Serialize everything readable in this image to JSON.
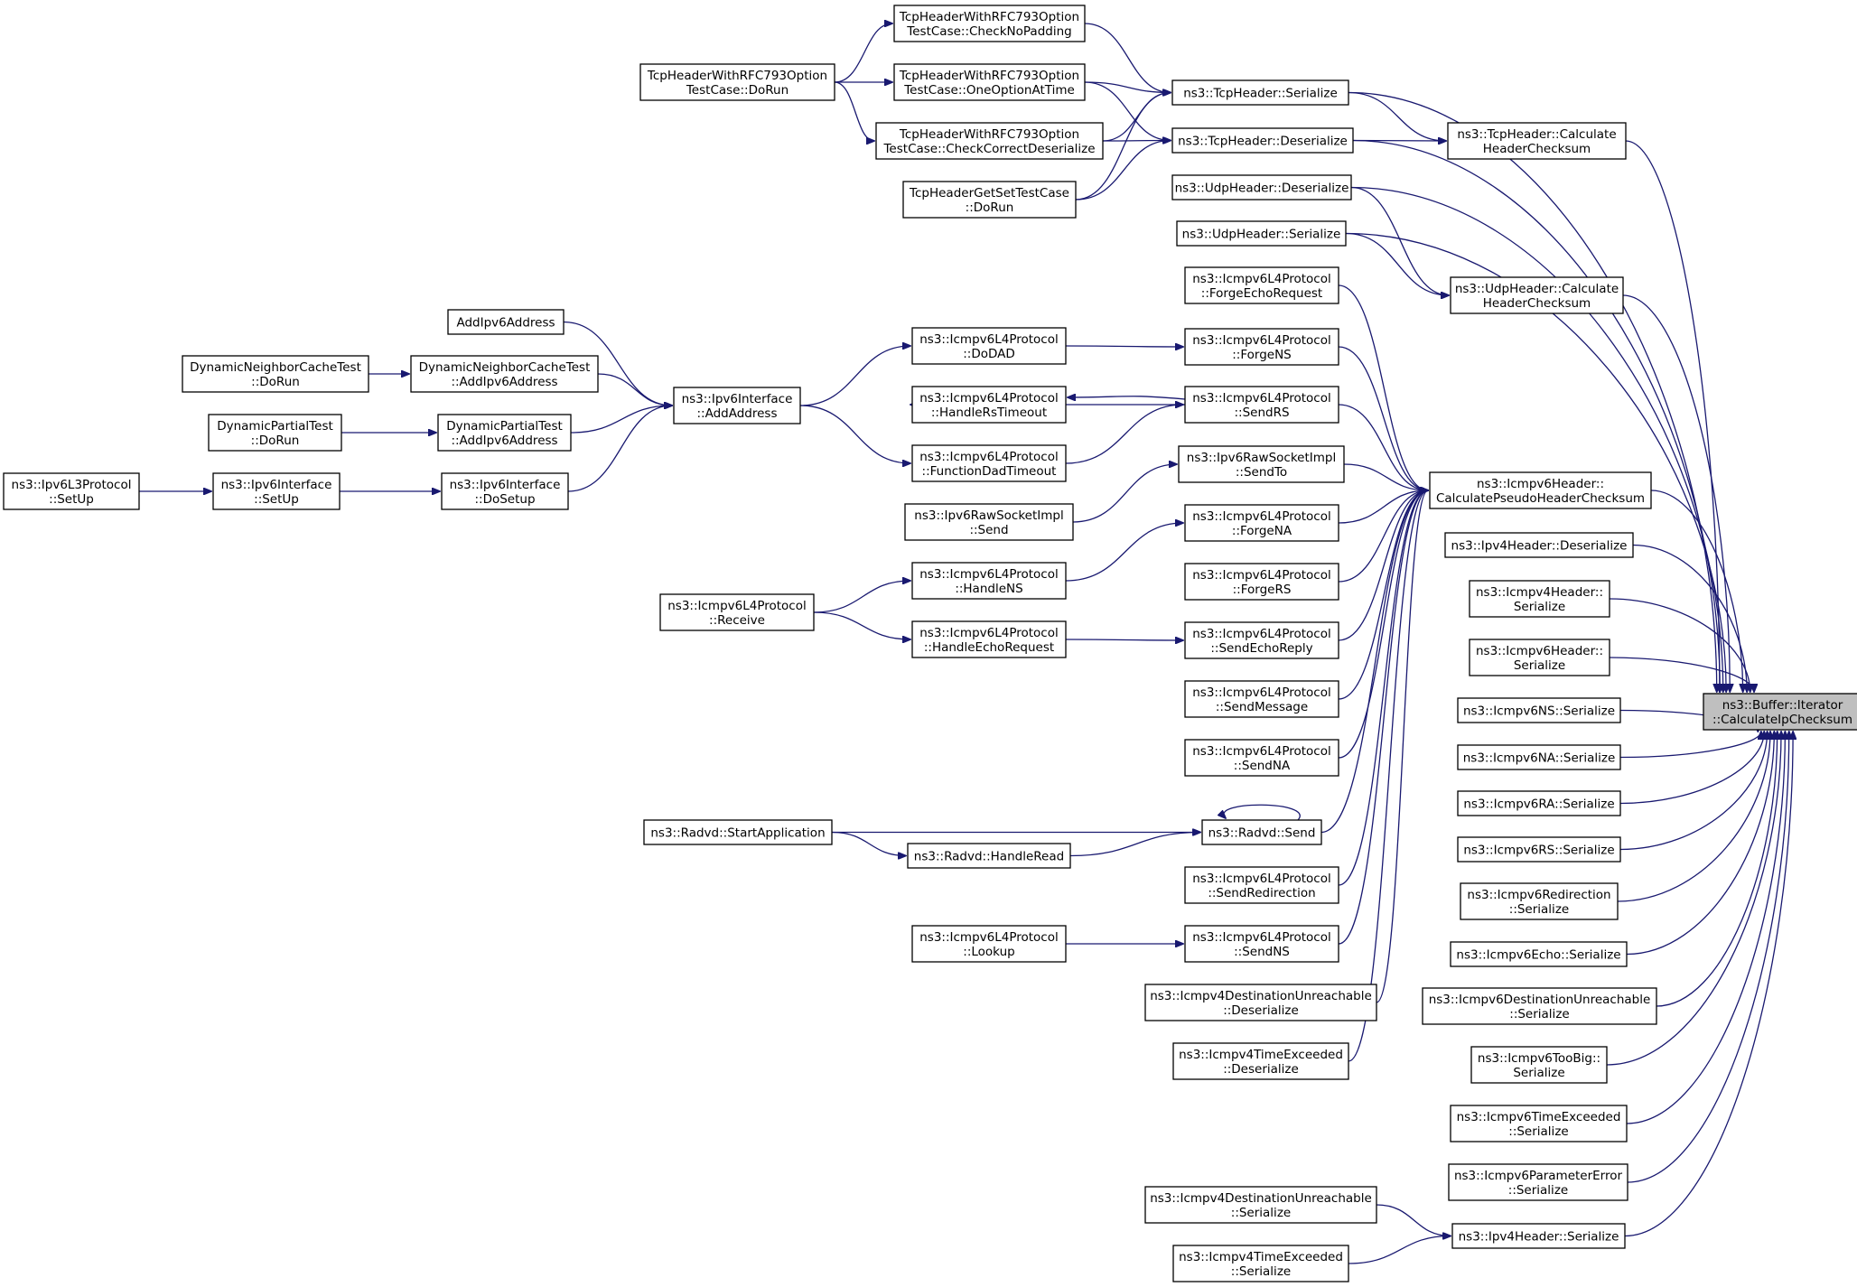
{
  "diagram": {
    "kind": "doxygen caller graph",
    "edge_color": "#191970",
    "target_fill": "#bfbfbf",
    "nodes": [
      {
        "id": "target",
        "lines": [
          "ns3::Buffer::Iterator",
          "::CalculateIpChecksum"
        ]
      },
      {
        "id": "tcp_serialize",
        "lines": [
          "ns3::TcpHeader::Serialize"
        ]
      },
      {
        "id": "tcp_deserialize",
        "lines": [
          "ns3::TcpHeader::Deserialize"
        ]
      },
      {
        "id": "tcp_calc",
        "lines": [
          "ns3::TcpHeader::Calculate",
          "HeaderChecksum"
        ]
      },
      {
        "id": "udp_deserialize",
        "lines": [
          "ns3::UdpHeader::Deserialize"
        ]
      },
      {
        "id": "udp_serialize",
        "lines": [
          "ns3::UdpHeader::Serialize"
        ]
      },
      {
        "id": "udp_calc",
        "lines": [
          "ns3::UdpHeader::Calculate",
          "HeaderChecksum"
        ]
      },
      {
        "id": "icmp6_pseudo",
        "lines": [
          "ns3::Icmpv6Header::",
          "CalculatePseudoHeaderChecksum"
        ]
      },
      {
        "id": "ipv4_deserialize",
        "lines": [
          "ns3::Ipv4Header::Deserialize"
        ]
      },
      {
        "id": "icmp4h_serialize",
        "lines": [
          "ns3::Icmpv4Header::",
          "Serialize"
        ]
      },
      {
        "id": "icmp6h_serialize",
        "lines": [
          "ns3::Icmpv6Header::",
          "Serialize"
        ]
      },
      {
        "id": "icmp6ns",
        "lines": [
          "ns3::Icmpv6NS::Serialize"
        ]
      },
      {
        "id": "icmp6na",
        "lines": [
          "ns3::Icmpv6NA::Serialize"
        ]
      },
      {
        "id": "icmp6ra",
        "lines": [
          "ns3::Icmpv6RA::Serialize"
        ]
      },
      {
        "id": "icmp6rs",
        "lines": [
          "ns3::Icmpv6RS::Serialize"
        ]
      },
      {
        "id": "icmp6redir",
        "lines": [
          "ns3::Icmpv6Redirection",
          "::Serialize"
        ]
      },
      {
        "id": "icmp6echo",
        "lines": [
          "ns3::Icmpv6Echo::Serialize"
        ]
      },
      {
        "id": "icmp6destun",
        "lines": [
          "ns3::Icmpv6DestinationUnreachable",
          "::Serialize"
        ]
      },
      {
        "id": "icmp6toobig",
        "lines": [
          "ns3::Icmpv6TooBig::",
          "Serialize"
        ]
      },
      {
        "id": "icmp6timeex",
        "lines": [
          "ns3::Icmpv6TimeExceeded",
          "::Serialize"
        ]
      },
      {
        "id": "icmp6param",
        "lines": [
          "ns3::Icmpv6ParameterError",
          "::Serialize"
        ]
      },
      {
        "id": "ipv4_serialize",
        "lines": [
          "ns3::Ipv4Header::Serialize"
        ]
      },
      {
        "id": "icmp4du_ser",
        "lines": [
          "ns3::Icmpv4DestinationUnreachable",
          "::Serialize"
        ]
      },
      {
        "id": "icmp4te_ser",
        "lines": [
          "ns3::Icmpv4TimeExceeded",
          "::Serialize"
        ]
      },
      {
        "id": "tc_nopad",
        "lines": [
          "TcpHeaderWithRFC793Option",
          "TestCase::CheckNoPadding"
        ]
      },
      {
        "id": "tc_oneopt",
        "lines": [
          "TcpHeaderWithRFC793Option",
          "TestCase::OneOptionAtTime"
        ]
      },
      {
        "id": "tc_ccd",
        "lines": [
          "TcpHeaderWithRFC793Option",
          "TestCase::CheckCorrectDeserialize"
        ]
      },
      {
        "id": "tc_dorun",
        "lines": [
          "TcpHeaderWithRFC793Option",
          "TestCase::DoRun"
        ]
      },
      {
        "id": "tgs_dorun",
        "lines": [
          "TcpHeaderGetSetTestCase",
          "::DoRun"
        ]
      },
      {
        "id": "forge_echo",
        "lines": [
          "ns3::Icmpv6L4Protocol",
          "::ForgeEchoRequest"
        ]
      },
      {
        "id": "forge_ns",
        "lines": [
          "ns3::Icmpv6L4Protocol",
          "::ForgeNS"
        ]
      },
      {
        "id": "send_rs",
        "lines": [
          "ns3::Icmpv6L4Protocol",
          "::SendRS"
        ]
      },
      {
        "id": "raw_sendto",
        "lines": [
          "ns3::Ipv6RawSocketImpl",
          "::SendTo"
        ]
      },
      {
        "id": "forge_na",
        "lines": [
          "ns3::Icmpv6L4Protocol",
          "::ForgeNA"
        ]
      },
      {
        "id": "forge_rs",
        "lines": [
          "ns3::Icmpv6L4Protocol",
          "::ForgeRS"
        ]
      },
      {
        "id": "send_echo_reply",
        "lines": [
          "ns3::Icmpv6L4Protocol",
          "::SendEchoReply"
        ]
      },
      {
        "id": "send_message",
        "lines": [
          "ns3::Icmpv6L4Protocol",
          "::SendMessage"
        ]
      },
      {
        "id": "send_na",
        "lines": [
          "ns3::Icmpv6L4Protocol",
          "::SendNA"
        ]
      },
      {
        "id": "radvd_send",
        "lines": [
          "ns3::Radvd::Send"
        ]
      },
      {
        "id": "send_redir",
        "lines": [
          "ns3::Icmpv6L4Protocol",
          "::SendRedirection"
        ]
      },
      {
        "id": "send_ns",
        "lines": [
          "ns3::Icmpv6L4Protocol",
          "::SendNS"
        ]
      },
      {
        "id": "icmp4du_deser",
        "lines": [
          "ns3::Icmpv4DestinationUnreachable",
          "::Deserialize"
        ]
      },
      {
        "id": "icmp4te_deser",
        "lines": [
          "ns3::Icmpv4TimeExceeded",
          "::Deserialize"
        ]
      },
      {
        "id": "dodad",
        "lines": [
          "ns3::Icmpv6L4Protocol",
          "::DoDAD"
        ]
      },
      {
        "id": "handle_rs_to",
        "lines": [
          "ns3::Icmpv6L4Protocol",
          "::HandleRsTimeout"
        ]
      },
      {
        "id": "func_dad_to",
        "lines": [
          "ns3::Icmpv6L4Protocol",
          "::FunctionDadTimeout"
        ]
      },
      {
        "id": "raw_send",
        "lines": [
          "ns3::Ipv6RawSocketImpl",
          "::Send"
        ]
      },
      {
        "id": "handle_ns",
        "lines": [
          "ns3::Icmpv6L4Protocol",
          "::HandleNS"
        ]
      },
      {
        "id": "handle_echo_req",
        "lines": [
          "ns3::Icmpv6L4Protocol",
          "::HandleEchoRequest"
        ]
      },
      {
        "id": "radvd_handle_read",
        "lines": [
          "ns3::Radvd::HandleRead"
        ]
      },
      {
        "id": "lookup",
        "lines": [
          "ns3::Icmpv6L4Protocol",
          "::Lookup"
        ]
      },
      {
        "id": "ipv6if_addaddr",
        "lines": [
          "ns3::Ipv6Interface",
          "::AddAddress"
        ]
      },
      {
        "id": "add_ipv6_addr",
        "lines": [
          "AddIpv6Address"
        ]
      },
      {
        "id": "dnct_addaddr",
        "lines": [
          "DynamicNeighborCacheTest",
          "::AddIpv6Address"
        ]
      },
      {
        "id": "dnct_dorun",
        "lines": [
          "DynamicNeighborCacheTest",
          "::DoRun"
        ]
      },
      {
        "id": "dpt_addaddr",
        "lines": [
          "DynamicPartialTest",
          "::AddIpv6Address"
        ]
      },
      {
        "id": "dpt_dorun",
        "lines": [
          "DynamicPartialTest",
          "::DoRun"
        ]
      },
      {
        "id": "ipv6if_dosetup",
        "lines": [
          "ns3::Ipv6Interface",
          "::DoSetup"
        ]
      },
      {
        "id": "ipv6if_setup",
        "lines": [
          "ns3::Ipv6Interface",
          "::SetUp"
        ]
      },
      {
        "id": "ipv6l3_setup",
        "lines": [
          "ns3::Ipv6L3Protocol",
          "::SetUp"
        ]
      },
      {
        "id": "icmp6_receive",
        "lines": [
          "ns3::Icmpv6L4Protocol",
          "::Receive"
        ]
      },
      {
        "id": "radvd_start",
        "lines": [
          "ns3::Radvd::StartApplication"
        ]
      }
    ],
    "edges": [
      [
        "tcp_serialize",
        "target"
      ],
      [
        "tcp_deserialize",
        "target"
      ],
      [
        "tcp_calc",
        "target"
      ],
      [
        "udp_deserialize",
        "target"
      ],
      [
        "udp_serialize",
        "target"
      ],
      [
        "udp_calc",
        "target"
      ],
      [
        "icmp6_pseudo",
        "target"
      ],
      [
        "ipv4_deserialize",
        "target"
      ],
      [
        "icmp4h_serialize",
        "target"
      ],
      [
        "icmp6h_serialize",
        "target"
      ],
      [
        "icmp6ns",
        "target"
      ],
      [
        "icmp6na",
        "target"
      ],
      [
        "icmp6ra",
        "target"
      ],
      [
        "icmp6rs",
        "target"
      ],
      [
        "icmp6redir",
        "target"
      ],
      [
        "icmp6echo",
        "target"
      ],
      [
        "icmp6destun",
        "target"
      ],
      [
        "icmp6toobig",
        "target"
      ],
      [
        "icmp6timeex",
        "target"
      ],
      [
        "icmp6param",
        "target"
      ],
      [
        "ipv4_serialize",
        "target"
      ],
      [
        "tcp_serialize",
        "tcp_calc"
      ],
      [
        "tcp_deserialize",
        "tcp_calc"
      ],
      [
        "udp_deserialize",
        "udp_calc"
      ],
      [
        "udp_serialize",
        "udp_calc"
      ],
      [
        "forge_echo",
        "icmp6_pseudo"
      ],
      [
        "forge_ns",
        "icmp6_pseudo"
      ],
      [
        "send_rs",
        "icmp6_pseudo"
      ],
      [
        "raw_sendto",
        "icmp6_pseudo"
      ],
      [
        "forge_na",
        "icmp6_pseudo"
      ],
      [
        "forge_rs",
        "icmp6_pseudo"
      ],
      [
        "send_echo_reply",
        "icmp6_pseudo"
      ],
      [
        "send_message",
        "icmp6_pseudo"
      ],
      [
        "send_na",
        "icmp6_pseudo"
      ],
      [
        "radvd_send",
        "icmp6_pseudo"
      ],
      [
        "send_redir",
        "icmp6_pseudo"
      ],
      [
        "send_ns",
        "icmp6_pseudo"
      ],
      [
        "icmp4du_deser",
        "icmp6_pseudo"
      ],
      [
        "icmp4te_deser",
        "icmp6_pseudo"
      ],
      [
        "icmp4du_ser",
        "ipv4_serialize"
      ],
      [
        "icmp4te_ser",
        "ipv4_serialize"
      ],
      [
        "tc_nopad",
        "tcp_serialize"
      ],
      [
        "tc_oneopt",
        "tcp_serialize"
      ],
      [
        "tc_ccd",
        "tcp_serialize"
      ],
      [
        "tgs_dorun",
        "tcp_serialize"
      ],
      [
        "tc_oneopt",
        "tcp_deserialize"
      ],
      [
        "tc_ccd",
        "tcp_deserialize"
      ],
      [
        "tgs_dorun",
        "tcp_deserialize"
      ],
      [
        "tc_dorun",
        "tc_nopad"
      ],
      [
        "tc_dorun",
        "tc_oneopt"
      ],
      [
        "tc_dorun",
        "tc_ccd"
      ],
      [
        "dodad",
        "forge_ns"
      ],
      [
        "send_rs",
        "handle_rs_to"
      ],
      [
        "handle_rs_to",
        "send_rs"
      ],
      [
        "func_dad_to",
        "send_rs"
      ],
      [
        "raw_send",
        "raw_sendto"
      ],
      [
        "handle_ns",
        "forge_na"
      ],
      [
        "handle_echo_req",
        "send_echo_reply"
      ],
      [
        "radvd_send",
        "radvd_send"
      ],
      [
        "radvd_start",
        "radvd_send"
      ],
      [
        "radvd_handle_read",
        "radvd_send"
      ],
      [
        "lookup",
        "send_ns"
      ],
      [
        "ipv6if_addaddr",
        "dodad"
      ],
      [
        "ipv6if_addaddr",
        "func_dad_to"
      ],
      [
        "add_ipv6_addr",
        "ipv6if_addaddr"
      ],
      [
        "dnct_addaddr",
        "ipv6if_addaddr"
      ],
      [
        "dpt_addaddr",
        "ipv6if_addaddr"
      ],
      [
        "ipv6if_dosetup",
        "ipv6if_addaddr"
      ],
      [
        "dnct_dorun",
        "dnct_addaddr"
      ],
      [
        "dpt_dorun",
        "dpt_addaddr"
      ],
      [
        "ipv6if_setup",
        "ipv6if_dosetup"
      ],
      [
        "ipv6l3_setup",
        "ipv6if_setup"
      ],
      [
        "icmp6_receive",
        "handle_ns"
      ],
      [
        "icmp6_receive",
        "handle_echo_req"
      ],
      [
        "radvd_start",
        "radvd_handle_read"
      ]
    ]
  }
}
